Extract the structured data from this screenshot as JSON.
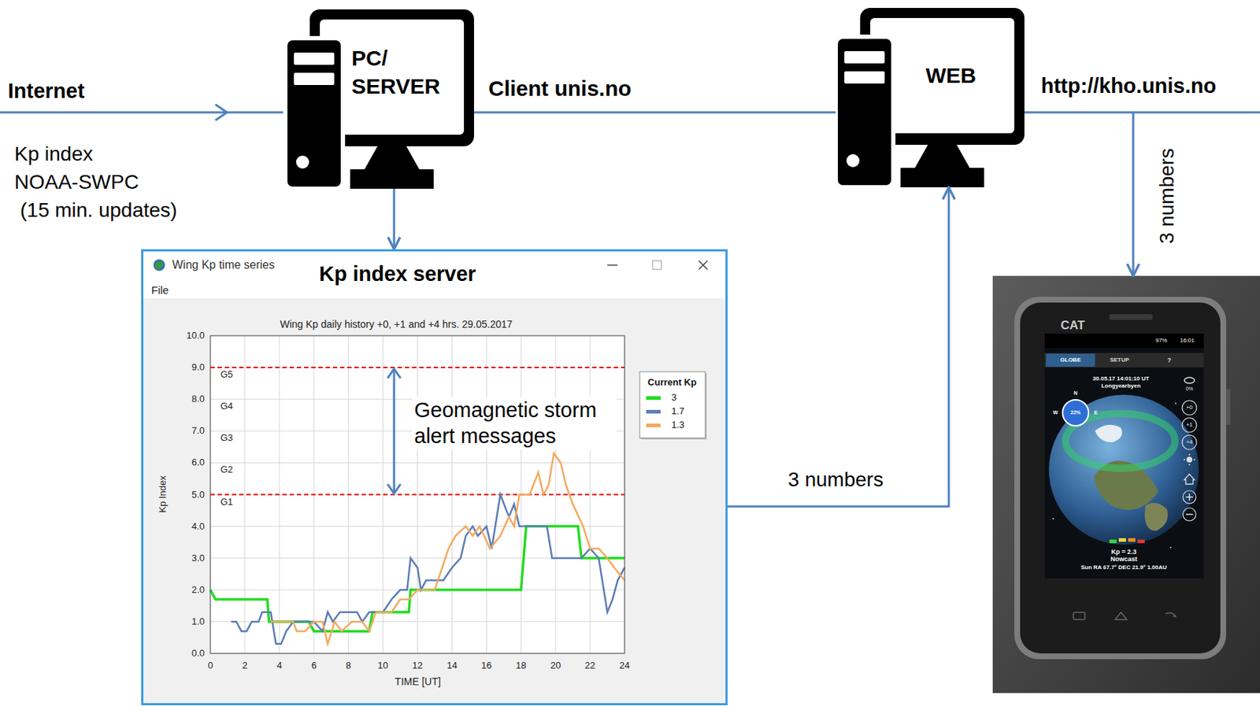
{
  "diagram": {
    "nodes": [
      {
        "text": [
          "PC/ SERVER"
        ]
      },
      {
        "text": [
          "WEB"
        ]
      },
      {
        "text": [
          "Wing Kp time series",
          "Kp index server",
          "File"
        ]
      },
      {
        "text": [
          "CAT",
          "97%",
          "16:01",
          "GLOBE",
          "SETUP",
          "?",
          "30.05.17 14:01:10 UT",
          "Longyearbyen",
          "N",
          "W",
          "22%",
          "E",
          "0%",
          "+0",
          "+1",
          "+4",
          "Kp = 2.3",
          "Nowcast",
          "Sun RA 67.7° DEC 21.9° 1.00AU"
        ]
      }
    ],
    "edges": [
      {
        "from": 0,
        "to": 1,
        "arrow": "none",
        "label": "Client unis.no"
      },
      {
        "from": 0,
        "to": 2,
        "arrow": "to"
      },
      {
        "from": 2,
        "to": 1,
        "arrow": "to",
        "label": "3 numbers"
      },
      {
        "from": 1,
        "to": 3,
        "arrow": "to",
        "label": "3 numbers"
      }
    ],
    "labels": [
      "Internet",
      "Kp index",
      "NOAA-SWPC",
      "(15 min. updates)",
      "http://kho.unis.no",
      "Wing Kp daily history +0, +1 and +4 hrs. 29.05.2017",
      "10.0",
      "9.0",
      "8.0",
      "7.0",
      "6.0",
      "5.0",
      "4.0",
      "3.0",
      "2.0",
      "1.0",
      "0.0",
      "0",
      "2",
      "4",
      "6",
      "8",
      "10",
      "12",
      "14",
      "16",
      "18",
      "20",
      "22",
      "24",
      "TIME [UT]",
      "Kp Index",
      "G5",
      "G4",
      "G3",
      "G2",
      "G1",
      "Current Kp",
      "Geomagnetic storm alert messages"
    ],
    "legend": [
      {
        "text": "3",
        "color": "#22dd22"
      },
      {
        "text": "1.7",
        "color": "#5b7db5"
      },
      {
        "text": "1.3",
        "color": "#f4a95e"
      }
    ]
  }
}
